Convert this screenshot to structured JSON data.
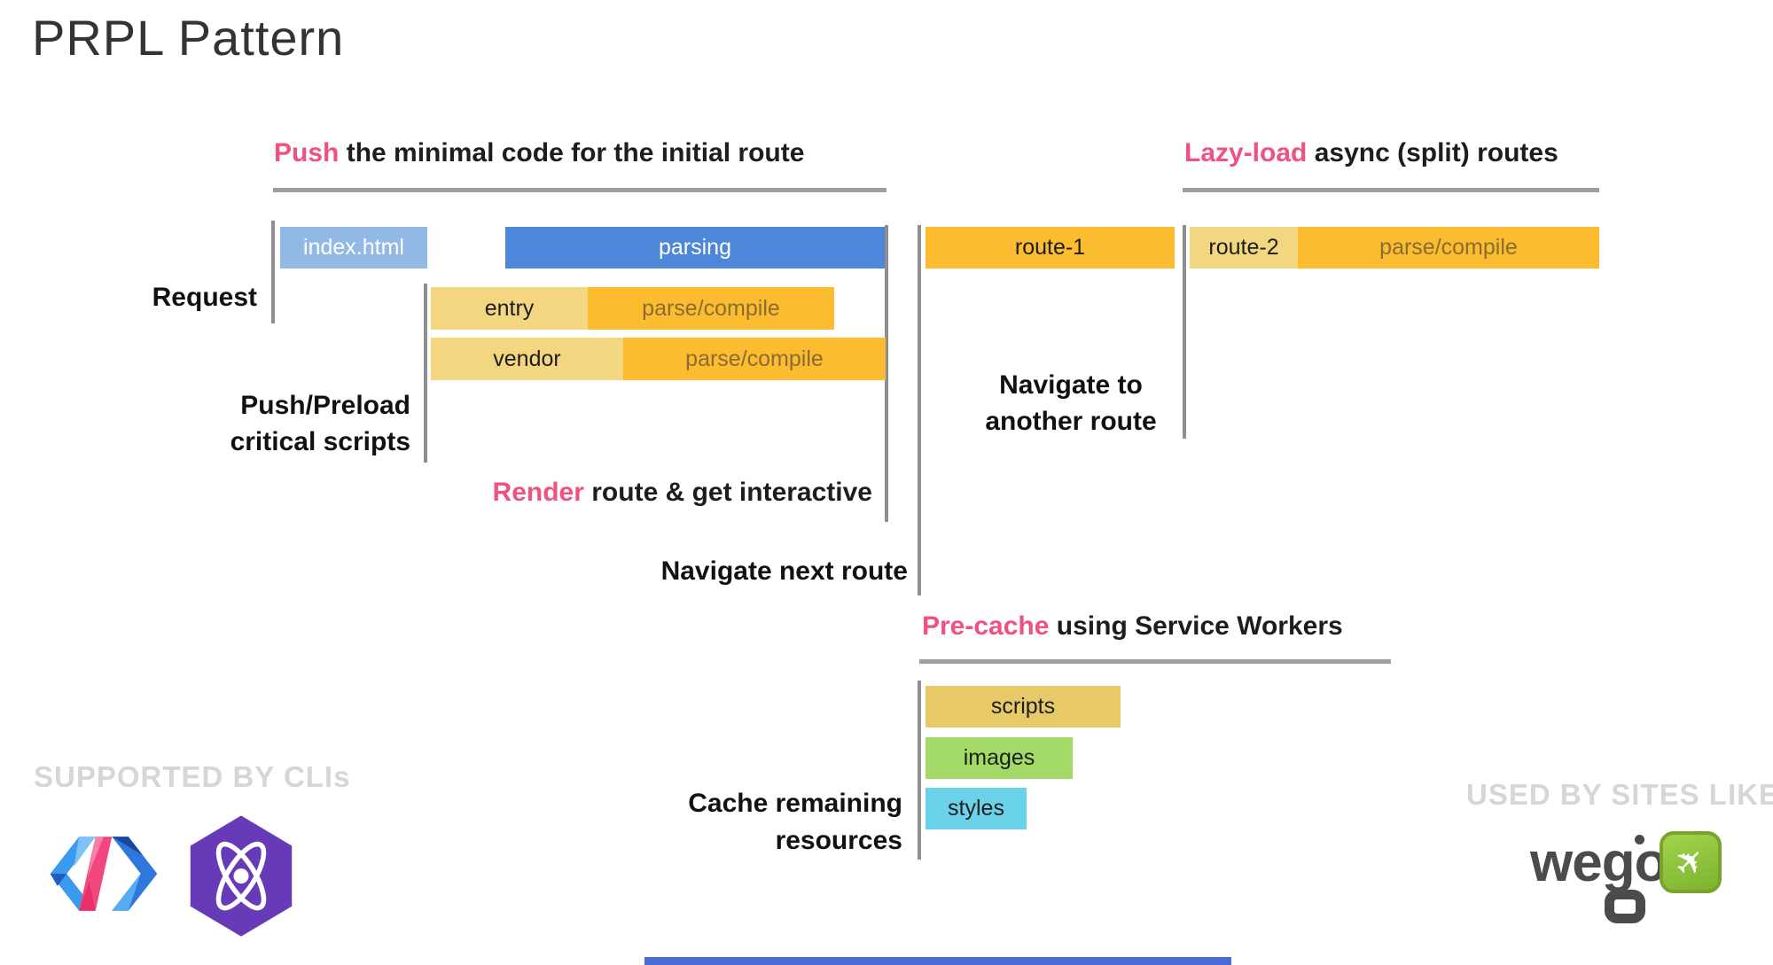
{
  "slide": {
    "title": "PRPL Pattern"
  },
  "headings": {
    "push": {
      "highlight": "Push",
      "rest": "the minimal code for the initial route"
    },
    "lazyload": {
      "highlight": "Lazy-load",
      "rest": "async (split) routes"
    },
    "render": {
      "highlight": "Render",
      "rest": "route & get interactive"
    },
    "precache": {
      "highlight": "Pre-cache",
      "rest": "using Service Workers"
    }
  },
  "timeline": {
    "request_label": "Request",
    "push_preload": {
      "line1": "Push/Preload",
      "line2": "critical scripts"
    },
    "navigate_next_label": "Navigate next route",
    "navigate_another": {
      "line1": "Navigate to",
      "line2": "another route"
    },
    "cache_remaining": {
      "line1": "Cache remaining",
      "line2": "resources"
    },
    "bars": {
      "index_html": "index.html",
      "parsing": "parsing",
      "entry": "entry",
      "vendor": "vendor",
      "parse_compile": "parse/compile",
      "route_1": "route-1",
      "route_2": "route-2",
      "scripts": "scripts",
      "images": "images",
      "styles": "styles"
    }
  },
  "footer": {
    "supported_by": "SUPPORTED BY CLIs",
    "used_by": "USED BY SITES LIKE",
    "wego_text": "wego"
  },
  "colors": {
    "pink": "#f0517f",
    "parsing_blue": "#4c87d9",
    "index_light_blue": "#92b8e6",
    "amber": "#fcbc2f",
    "light_yellow": "#f3d780",
    "parse_text": "#8a6c33",
    "scripts_tan": "#e7c968",
    "images_green": "#a3d966",
    "styles_cyan": "#6ad2e9",
    "connector_gray": "#8f8f8f",
    "rule_gray": "#9e9e9e",
    "footer_gray": "#d6d6d6",
    "wego_green": "#8dc63f",
    "preact_purple": "#673ab8",
    "bottom_bar_blue": "#4a6bd4"
  }
}
